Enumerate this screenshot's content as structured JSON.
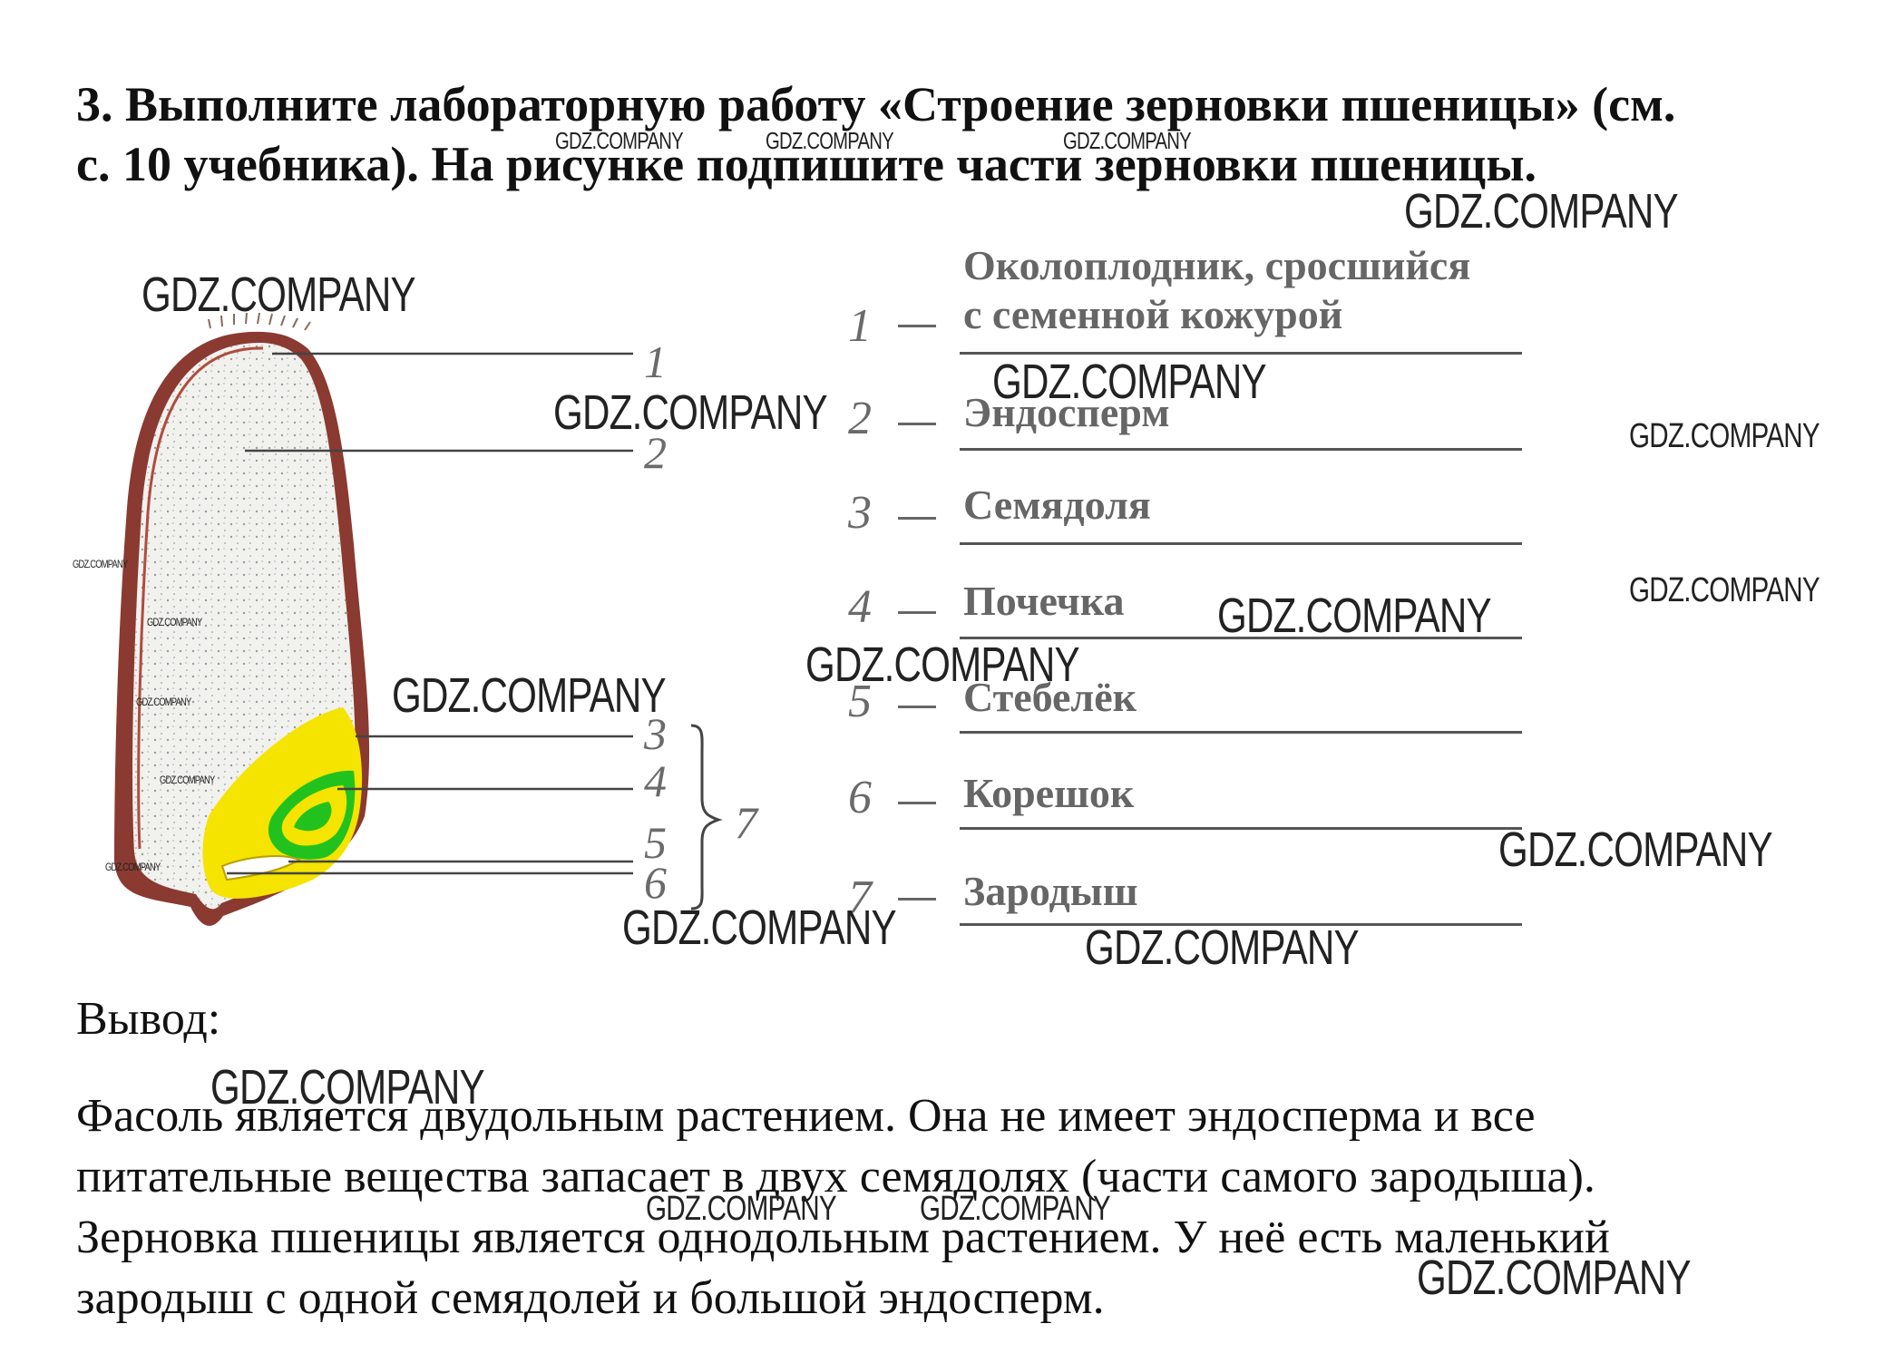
{
  "title": {
    "line1": "3. Выполните лабораторную работу «Строение зерновки пшеницы» (см.",
    "line2": "с. 10 учебника). На рисунке подпишите части зерновки пшеницы."
  },
  "diagram": {
    "markers": [
      "1",
      "2",
      "3",
      "4",
      "5",
      "6",
      "7"
    ],
    "colors": {
      "seed_coat": "#8a3a30",
      "endosperm": "#f1f1ee",
      "scutellum": "#f5e300",
      "embryo_green": "#22c21e",
      "leader_lines": "#444444"
    }
  },
  "labels": [
    {
      "num": "1",
      "text_line1": "Околоплодник, сросшийся",
      "text_line2": "с семенной кожурой"
    },
    {
      "num": "2",
      "text": "Эндосперм"
    },
    {
      "num": "3",
      "text": "Семядоля"
    },
    {
      "num": "4",
      "text": "Почечка"
    },
    {
      "num": "5",
      "text": "Стебелёк"
    },
    {
      "num": "6",
      "text": "Корешок"
    },
    {
      "num": "7",
      "text": "Зародыш"
    }
  ],
  "conclusion": {
    "heading": "Вывод:",
    "lines": [
      "Фасоль является двудольным растением. Она не имеет эндосперма и все",
      "питательные вещества запасает в двух семядолях (части самого зародыша).",
      "Зерновка пшеницы является однодольным растением. У неё есть маленький",
      "зародыш с одной семядолей и большой эндосперм."
    ]
  },
  "watermark": "GDZ.COMPANY"
}
